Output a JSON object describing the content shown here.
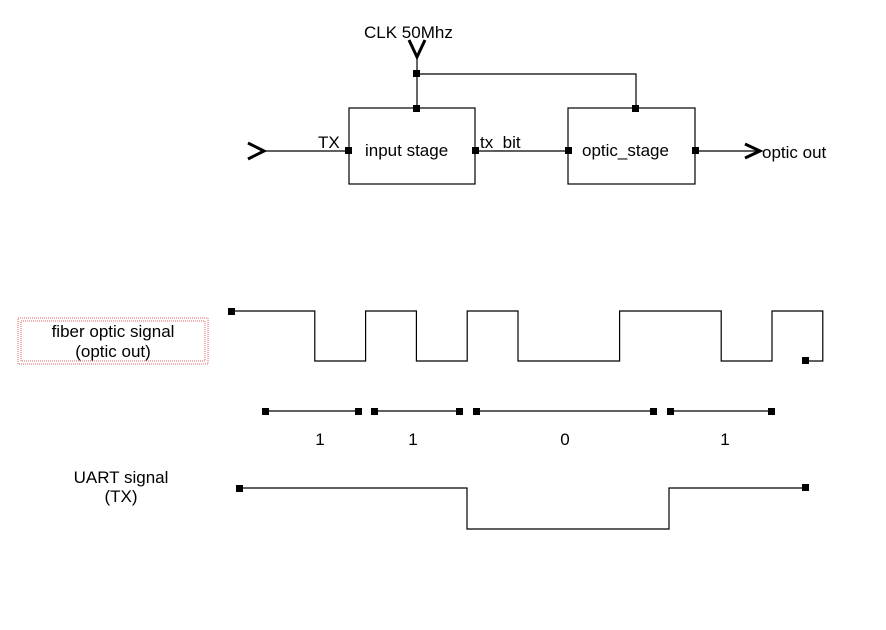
{
  "block_diagram": {
    "clock_label": "CLK 50Mhz",
    "input_port_label": "TX",
    "input_stage_label": "input stage",
    "intermediate_signal_label": "tx_bit",
    "optic_stage_label": "optic_stage",
    "output_port_label": "optic out"
  },
  "waveforms": {
    "fiber_optic": {
      "label_line1": "fiber optic signal",
      "label_line2": "(optic out)",
      "label_border_color": "#e06060",
      "levels": [
        1,
        0,
        1,
        0,
        1,
        0,
        0,
        1,
        1,
        0,
        1,
        0
      ]
    },
    "bits": [
      "1",
      "1",
      "0",
      "1"
    ],
    "uart": {
      "label_line1": "UART signal",
      "label_line2": "(TX)",
      "levels": [
        1,
        1,
        0,
        1,
        1
      ]
    }
  }
}
